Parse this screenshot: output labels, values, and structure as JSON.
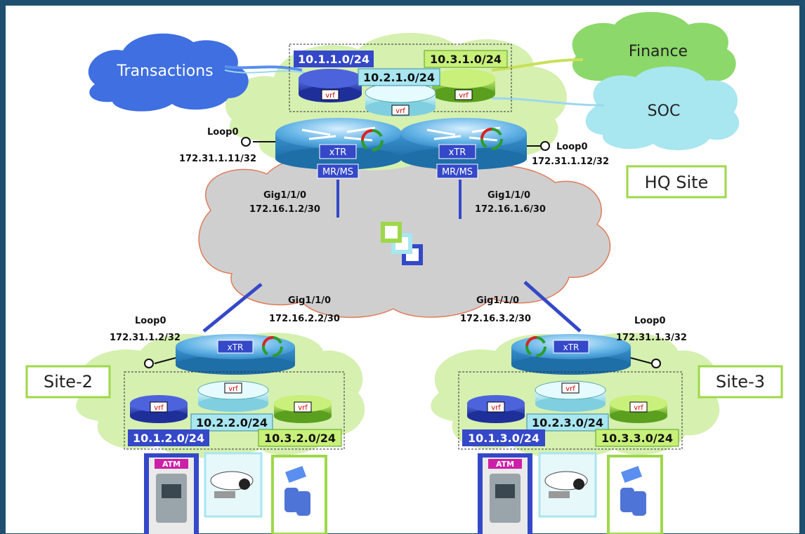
{
  "clouds": {
    "transactions": "Transactions",
    "finance": "Finance",
    "soc": "SOC"
  },
  "hq": {
    "site_label": "HQ Site",
    "subnets": [
      "10.1.1.0/24",
      "10.2.1.0/24",
      "10.3.1.0/24"
    ],
    "left_router": {
      "role": "xTR",
      "role2": "MR/MS",
      "loop_name": "Loop0",
      "loop_ip": "172.31.1.11/32",
      "gig_name": "Gig1/1/0",
      "gig_ip": "172.16.1.2/30"
    },
    "right_router": {
      "role": "xTR",
      "role2": "MR/MS",
      "loop_name": "Loop0",
      "loop_ip": "172.31.1.12/32",
      "gig_name": "Gig1/1/0",
      "gig_ip": "172.16.1.6/30"
    }
  },
  "site2": {
    "site_label": "Site-2",
    "role": "xTR",
    "loop_name": "Loop0",
    "loop_ip": "172.31.1.2/32",
    "gig_name": "Gig1/1/0",
    "gig_ip": "172.16.2.2/30",
    "subnets": [
      "10.1.2.0/24",
      "10.2.2.0/24",
      "10.3.2.0/24"
    ],
    "atm_label": "ATM"
  },
  "site3": {
    "site_label": "Site-3",
    "role": "xTR",
    "loop_name": "Loop0",
    "loop_ip": "172.31.1.3/32",
    "gig_name": "Gig1/1/0",
    "gig_ip": "172.16.3.2/30",
    "subnets": [
      "10.1.3.0/24",
      "10.2.3.0/24",
      "10.3.3.0/24"
    ],
    "atm_label": "ATM"
  },
  "vrf_label": "vrf",
  "colors": {
    "frame": "#1f4f6e",
    "blue": "#3448c8",
    "cyan": "#a8e6f0",
    "green": "#9ed84a",
    "light_green_cloud": "#d6f0b0",
    "core_cloud": "#d0d0d0",
    "router_blue": "#62b3e6"
  }
}
